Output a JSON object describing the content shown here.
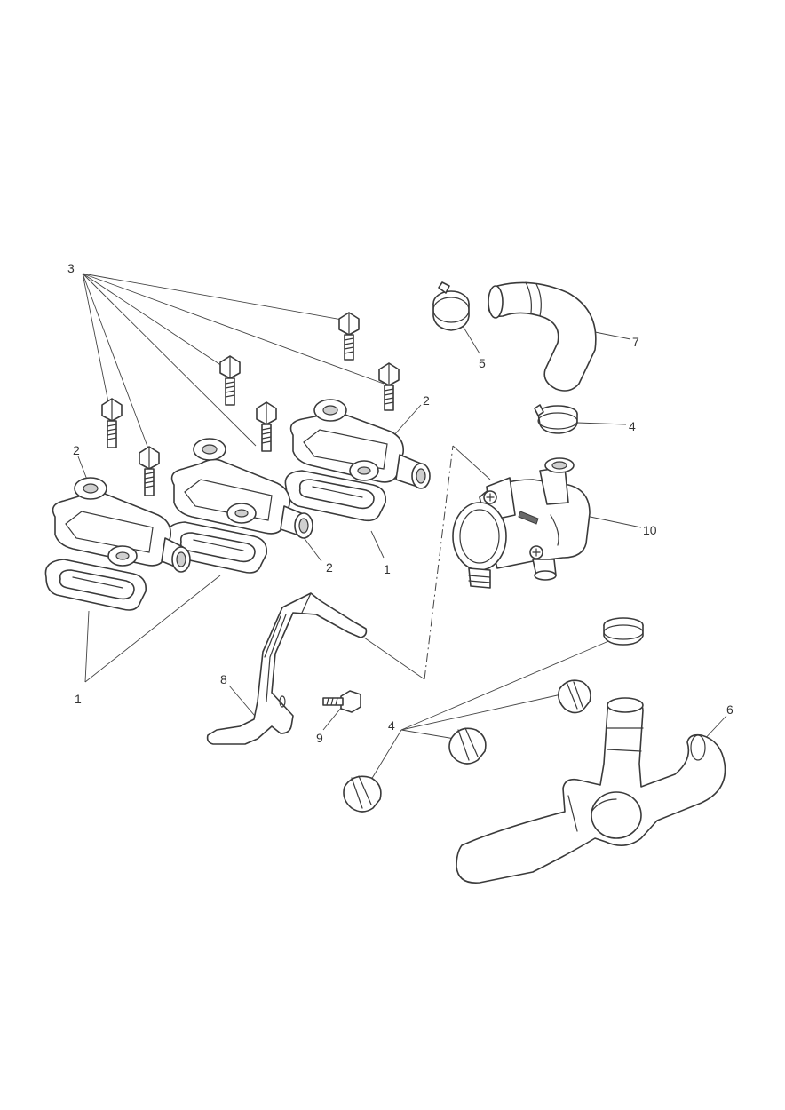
{
  "callouts": {
    "c1a": "1",
    "c1b": "1",
    "c2a": "2",
    "c2b": "2",
    "c2c": "2",
    "c3": "3",
    "c4a": "4",
    "c4b": "4",
    "c5": "5",
    "c6": "6",
    "c7": "7",
    "c8": "8",
    "c9": "9",
    "c10": "10"
  },
  "colors": {
    "line": "#3a3a3a",
    "shade": "#cfcfcf",
    "background": "#ffffff"
  }
}
